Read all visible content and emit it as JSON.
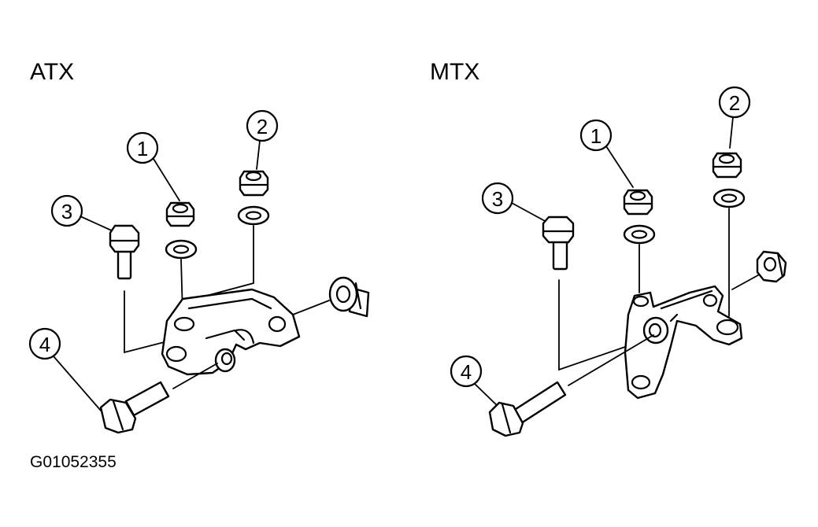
{
  "panels": [
    {
      "title": "ATX",
      "callouts": [
        "1",
        "2",
        "3",
        "4"
      ]
    },
    {
      "title": "MTX",
      "callouts": [
        "1",
        "2",
        "3",
        "4"
      ]
    }
  ],
  "figure_id": "G01052355"
}
